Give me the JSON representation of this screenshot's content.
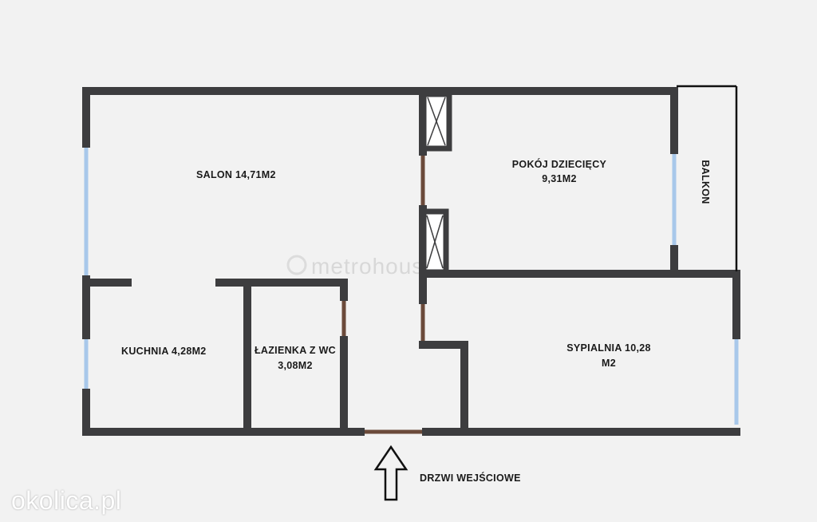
{
  "colors": {
    "background": "#f2f2f2",
    "wall": "#3d3d3f",
    "window": "#a8c8ea",
    "door": "#6b4a3a",
    "text": "#1a1a1a"
  },
  "rooms": {
    "salon": "SALON 14,71M2",
    "pokoj_line1": "POKÓJ DZIECIĘCY",
    "pokoj_line2": "9,31M2",
    "balkon": "BALKON",
    "kuchnia": "KUCHNIA 4,28M2",
    "lazienka_line1": "ŁAZIENKA Z WC",
    "lazienka_line2": "3,08M2",
    "sypialnia_line1": "SYPIALNIA 10,28",
    "sypialnia_line2": "M2"
  },
  "entrance": {
    "label": "DRZWI WEJŚCIOWE",
    "icon": "up-arrow-icon"
  },
  "watermark": "metrohouse",
  "brand": "okolica.pl"
}
